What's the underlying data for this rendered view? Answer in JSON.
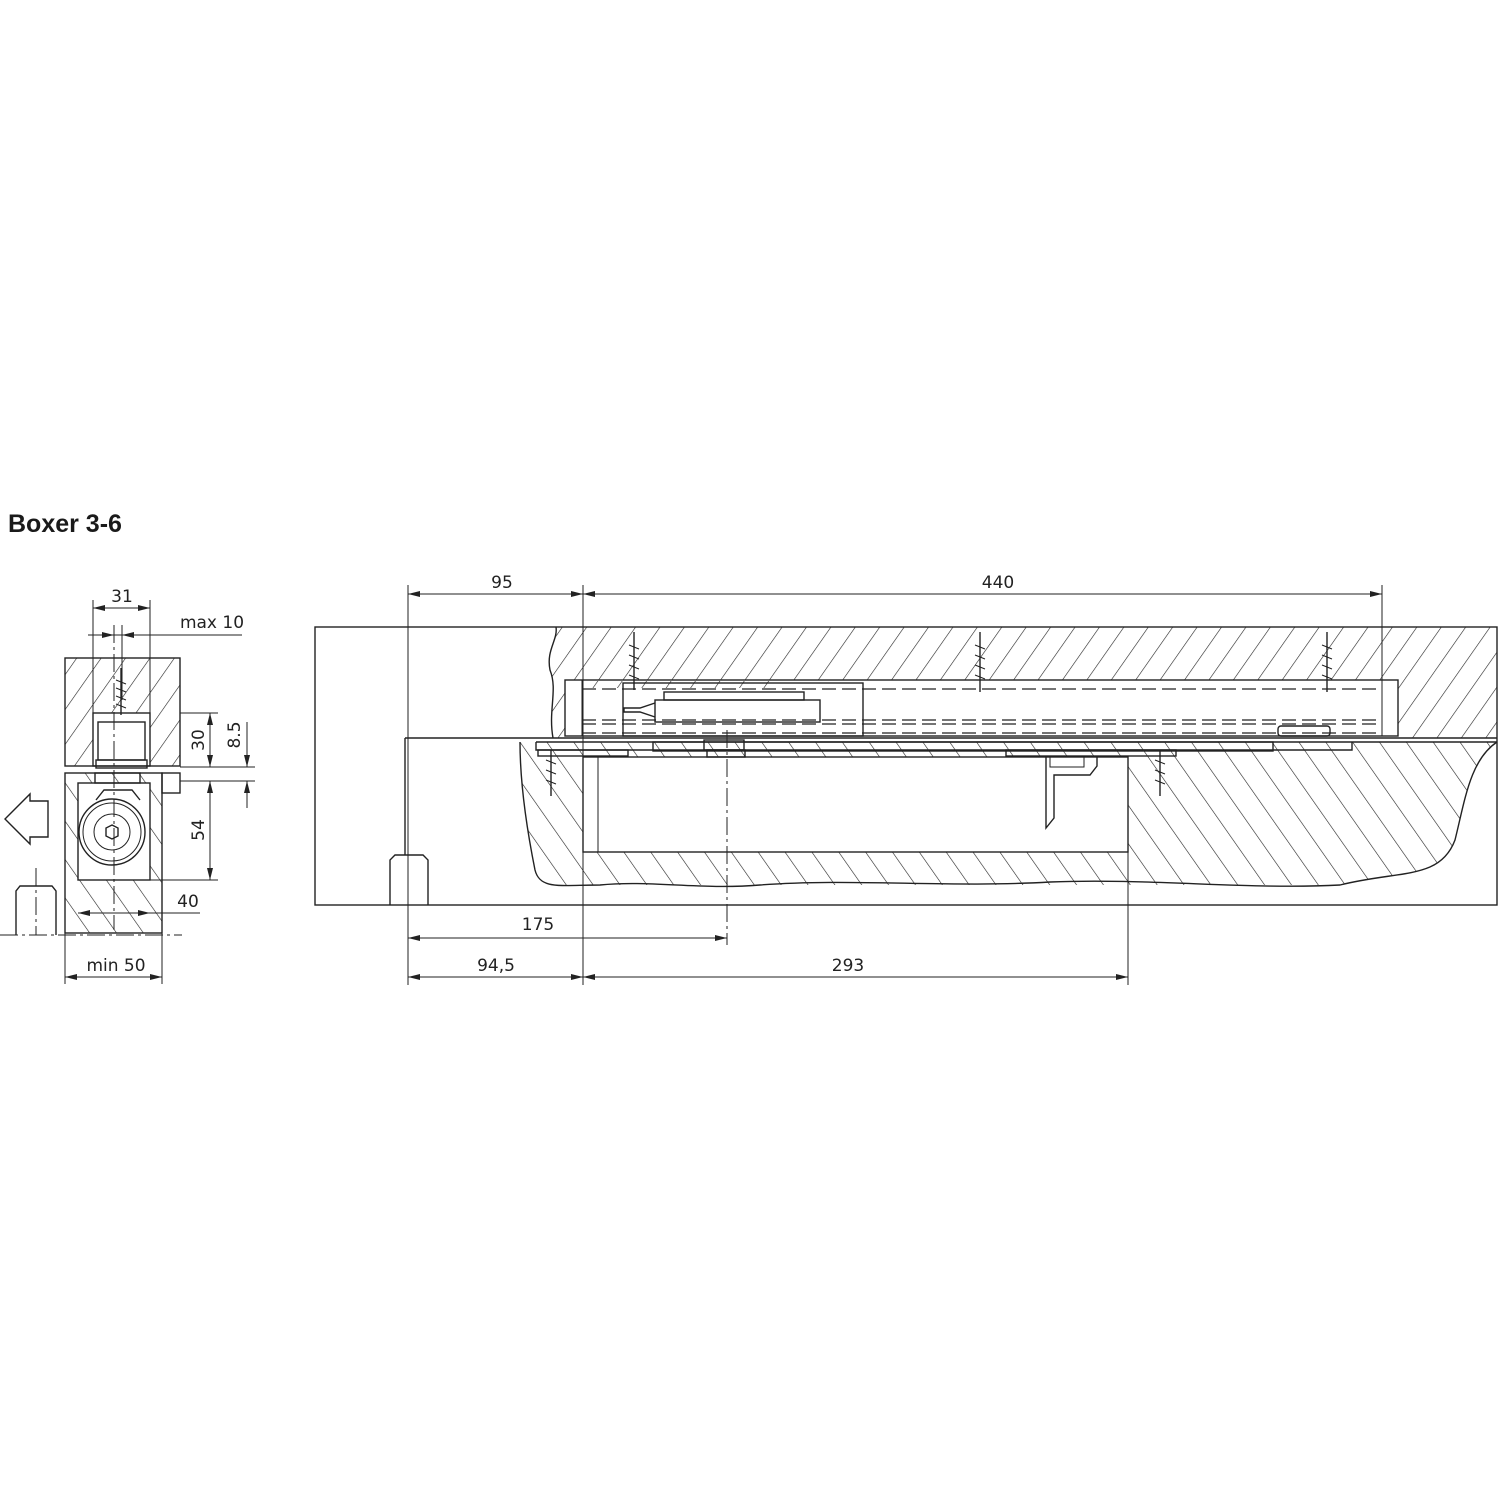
{
  "title": "Boxer 3-6",
  "side_view": {
    "dims": {
      "width_31": "31",
      "max_10": "max 10",
      "height_30": "30",
      "gap_8_5": "8.5",
      "height_54": "54",
      "width_40": "40",
      "min_50": "min 50"
    },
    "icons": [
      "opening-direction-arrow-icon",
      "floor-spindle",
      "screw-icon",
      "roller-wheel"
    ]
  },
  "front_view": {
    "dims": {
      "d95": "95",
      "d440": "440",
      "d175": "175",
      "d94_5": "94,5",
      "d293": "293"
    }
  }
}
